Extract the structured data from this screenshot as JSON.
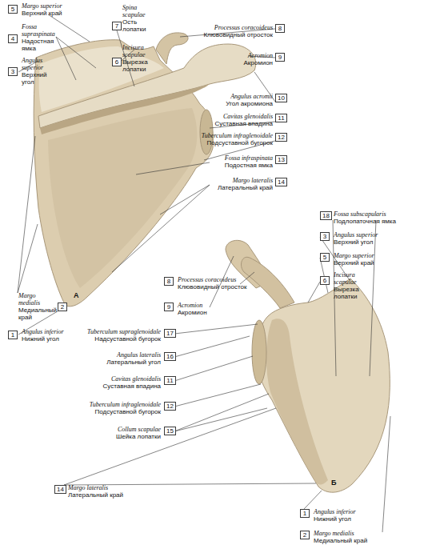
{
  "diagram": {
    "nodes": [
      {
        "text": [
          "5",
          "Margo superior",
          "Верхний край"
        ]
      },
      {
        "text": [
          "4",
          "Fossa supraspinata",
          "Надостная ямка"
        ]
      },
      {
        "text": [
          "3",
          "Angulus superior",
          "Верхний угол"
        ]
      },
      {
        "text": [
          "7",
          "Spina scapulae",
          "Ость лопатки"
        ]
      },
      {
        "text": [
          "6",
          "Incisura scapulae",
          "Вырезка лопатки"
        ]
      },
      {
        "text": [
          "8",
          "Processus coracoideus",
          "Клювовидный отросток"
        ]
      },
      {
        "text": [
          "9",
          "Acromion",
          "Акромион"
        ]
      },
      {
        "text": [
          "10",
          "Angulus acromii",
          "Угол акромиона"
        ]
      },
      {
        "text": [
          "11",
          "Cavitas glenoidalis",
          "Суставная впадина"
        ]
      },
      {
        "text": [
          "12",
          "Tuberculum infraglenoidale",
          "Подсуставной бугорок"
        ]
      },
      {
        "text": [
          "13",
          "Fossa infraspinata",
          "Подостная ямка"
        ]
      },
      {
        "text": [
          "14",
          "Margo lateralis",
          "Латеральный край"
        ]
      },
      {
        "text": [
          "2",
          "Margo medialis",
          "Медиальный край"
        ]
      },
      {
        "text": [
          "1",
          "Angulus inferior",
          "Нижний угол"
        ]
      },
      {
        "text": [
          "18",
          "Fossa subscapularis",
          "Подлопаточная ямка"
        ]
      },
      {
        "text": [
          "3",
          "Angulus superior",
          "Верхний угол"
        ]
      },
      {
        "text": [
          "8",
          "Processus coracoideus",
          "Клювовидный отросток"
        ]
      },
      {
        "text": [
          "5",
          "Margo superior",
          "Верхний край"
        ]
      },
      {
        "text": [
          "9",
          "Acromion",
          "Акромион"
        ]
      },
      {
        "text": [
          "6",
          "Incisura scapulae",
          "Вырезка лопатки"
        ]
      },
      {
        "text": [
          "17",
          "Tuberculum supraglenoidale",
          "Надсуставной бугорок"
        ]
      },
      {
        "text": [
          "16",
          "Angulus lateralis",
          "Латеральный угол"
        ]
      },
      {
        "text": [
          "11",
          "Cavitas glenoidalis",
          "Суставная впадина"
        ]
      },
      {
        "text": [
          "12",
          "Tuberculum infraglenoidale",
          "Подсуставной бугорок"
        ]
      },
      {
        "text": [
          "15",
          "Collum scapulae",
          "Шейка лопатки"
        ]
      },
      {
        "text": [
          "14",
          "Margo lateralis",
          "Латеральный край"
        ]
      },
      {
        "text": [
          "1",
          "Angulus inferior",
          "Нижний угол"
        ]
      },
      {
        "text": [
          "2",
          "Margo medialis",
          "Медиальный край"
        ]
      }
    ],
    "labels": [
      "А",
      "Б"
    ]
  }
}
